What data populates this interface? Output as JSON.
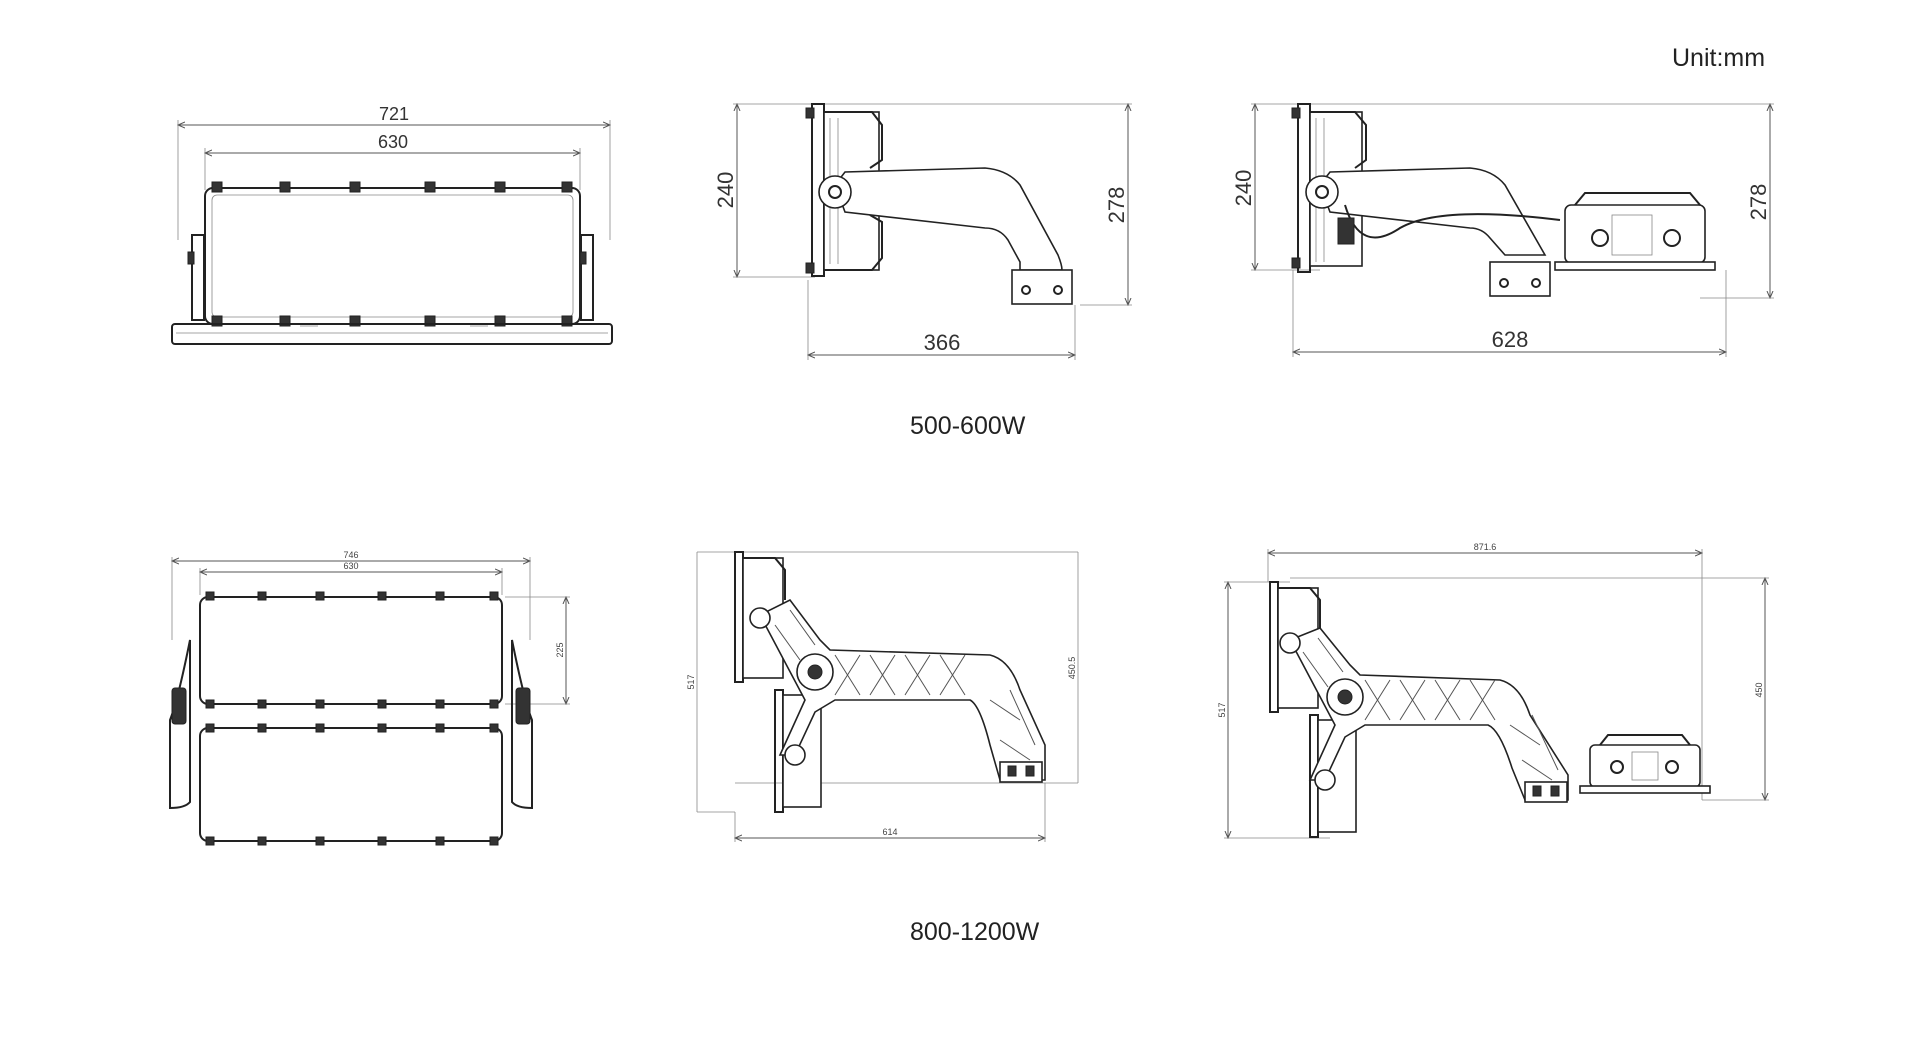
{
  "unit_label": "Unit:mm",
  "captions": {
    "row1": "500-600W",
    "row2": "800-1200W"
  },
  "row1": {
    "front": {
      "outer_width": "721",
      "inner_width": "630"
    },
    "side": {
      "height_left": "240",
      "height_right": "278",
      "depth": "366"
    },
    "side_driver": {
      "height_left": "240",
      "height_right": "278",
      "depth": "628"
    }
  },
  "row2": {
    "front": {
      "outer_width": "746",
      "inner_width": "630",
      "panel_height": "225"
    },
    "side": {
      "height_left": "517",
      "height_right": "450.5",
      "depth": "614"
    },
    "side_driver": {
      "height_left": "517",
      "height_right": "450",
      "depth": "871.6"
    }
  }
}
